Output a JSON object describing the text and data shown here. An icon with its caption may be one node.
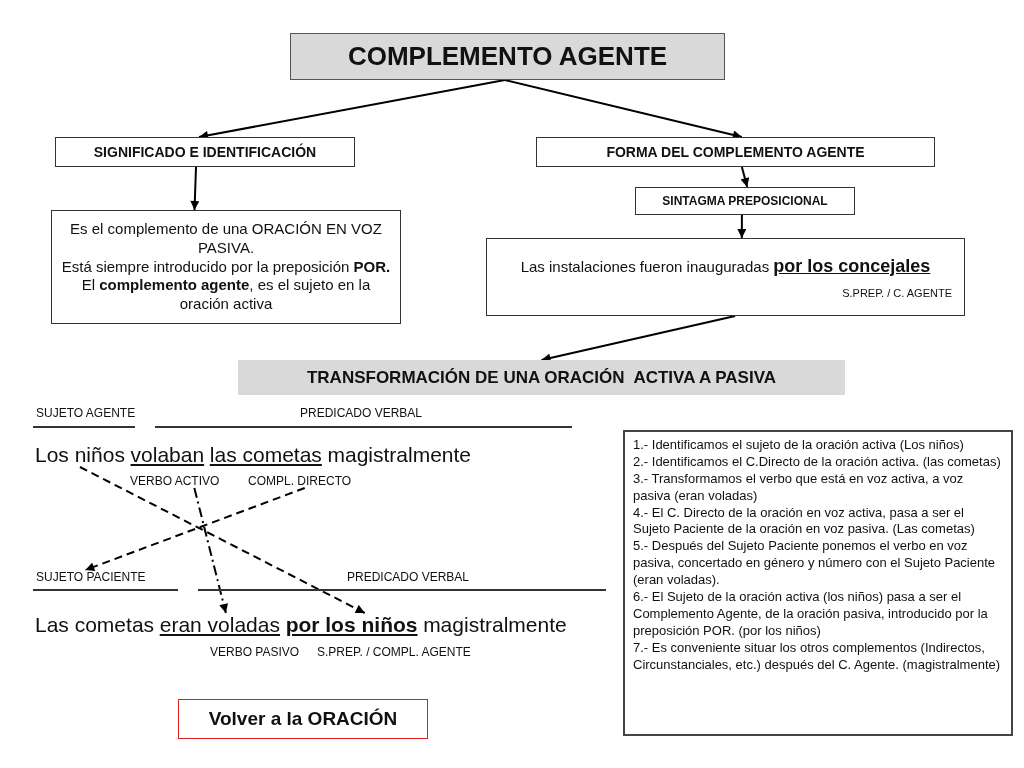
{
  "diagram": {
    "nodes": [
      {
        "text": [
          "COMPLEMENTO AGENTE"
        ]
      },
      {
        "text": [
          "SIGNIFICADO E IDENTIFICACIÓN"
        ]
      },
      {
        "text": [
          "FORMA DEL COMPLEMENTO AGENTE"
        ]
      },
      {
        "text": [
          "Es el complemento de una ORACIÓN EN VOZ PASIVA.",
          "Está siempre introducido por la preposición **POR.** El **complemento agente**, es el sujeto en la oración activa"
        ]
      },
      {
        "text": [
          "SINTAGMA PREPOSICIONAL"
        ]
      },
      {
        "text": [
          "Las instalaciones fueron inauguradas **por los concejales**",
          "S.PREP. / C. AGENTE"
        ]
      },
      {
        "text": [
          "TRANSFORMACIÓN DE UNA ORACIÓN  ACTIVA A PASIVA"
        ]
      },
      {
        "text": [
          "Los niños"
        ]
      },
      {
        "text": [
          "VERBO ACTIVO"
        ]
      },
      {
        "text": [
          "COMPL. DIRECTO"
        ]
      },
      {
        "text": [
          "SUJETO PACIENTE"
        ]
      },
      {
        "text": [
          "eran voladas"
        ]
      },
      {
        "text": [
          "por los niños"
        ]
      },
      {
        "text": [
          "1.- Identificamos el sujeto de la oración activa (Los niños)",
          "2.- Identificamos el C.Directo de la oración activa. (las cometas)",
          "3.- Transformamos el verbo que está en voz activa, a voz pasiva (eran voladas)",
          "4.- El C. Directo de la oración en voz activa, pasa a ser el Sujeto Paciente de la oración en voz pasiva. (Las cometas)",
          "5.- Después del Sujeto Paciente ponemos el verbo en voz pasiva, concertado en género y número con el Sujeto Paciente (eran voladas).",
          "6.- El Sujeto de la oración activa (los niños) pasa a ser el Complemento Agente, de la oración pasiva, introducido por la preposición POR. (por los niños)",
          "7.- Es conveniente situar los otros complementos (Indirectos, Circunstanciales, etc.) después del C. Agente. (magistralmente)"
        ]
      },
      {
        "text": [
          "Volver a la ORACIÓN"
        ]
      }
    ],
    "edges": [
      {
        "from": 0,
        "to": 1,
        "arrow": "to"
      },
      {
        "from": 0,
        "to": 2,
        "arrow": "to"
      },
      {
        "from": 1,
        "to": 3,
        "arrow": "to"
      },
      {
        "from": 2,
        "to": 4,
        "arrow": "to"
      },
      {
        "from": 4,
        "to": 5,
        "arrow": "to"
      },
      {
        "from": 5,
        "to": 6,
        "arrow": "to"
      },
      {
        "from": 7,
        "to": 12,
        "arrow": "to",
        "style": "dashed"
      },
      {
        "from": 9,
        "to": 10,
        "arrow": "to",
        "style": "dashed"
      },
      {
        "from": 8,
        "to": 11,
        "arrow": "to",
        "style": "dashed"
      }
    ],
    "labels": [
      "SUJETO AGENTE",
      "PREDICADO VERBAL",
      "volaban",
      "las cometas",
      "magistralmente",
      "PREDICADO VERBAL",
      "Las cometas",
      "magistralmente",
      "VERBO PASIVO",
      "S.PREP. / COMPL. AGENTE"
    ]
  }
}
